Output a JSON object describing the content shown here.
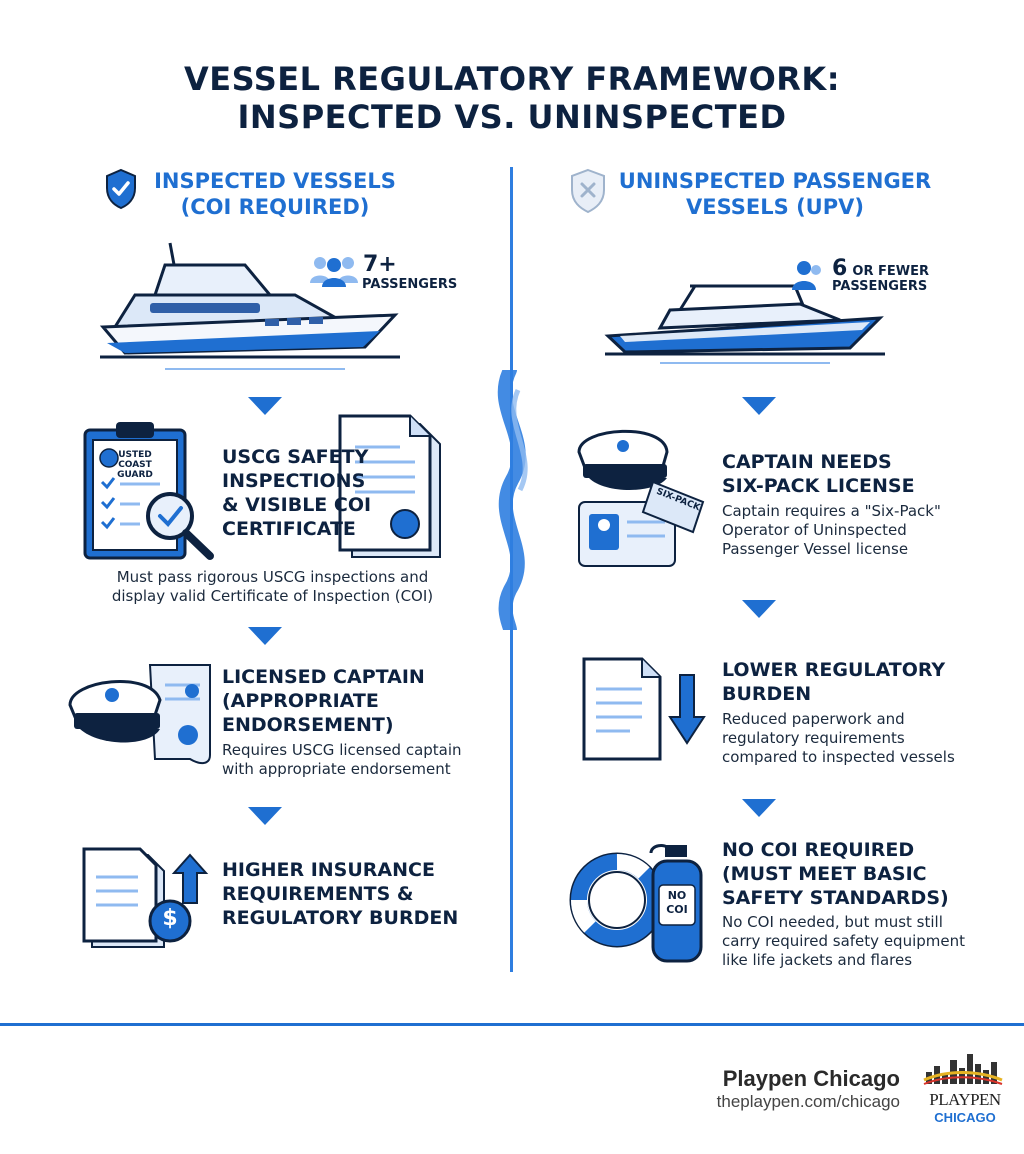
{
  "title": {
    "line1": "VESSEL REGULATORY FRAMEWORK:",
    "line2": "INSPECTED VS. UNINSPECTED"
  },
  "inspected": {
    "header_line1": "INSPECTED VESSELS",
    "header_line2": "(COI REQUIRED)",
    "passengers_count": "7+",
    "passengers_label": "PASSENGERS",
    "step1": {
      "heading_lines": [
        "USCG SAFETY",
        "INSPECTIONS",
        "& VISIBLE COI",
        "CERTIFICATE"
      ],
      "clipboard_text": [
        "USTED",
        "COAST",
        "GUARD"
      ],
      "body_lines": [
        "Must pass rigorous USCG inspections and",
        "display valid Certificate of Inspection (COI)"
      ]
    },
    "step2": {
      "heading_lines": [
        "LICENSED CAPTAIN",
        "(APPROPRIATE",
        "ENDORSEMENT)"
      ],
      "body_lines": [
        "Requires USCG licensed captain",
        "with appropriate endorsement"
      ]
    },
    "step3": {
      "heading_lines": [
        "HIGHER INSURANCE",
        "REQUIREMENTS &",
        "REGULATORY BURDEN"
      ],
      "dollar_symbol": "$"
    }
  },
  "uninspected": {
    "header_line1": "UNINSPECTED PASSENGER",
    "header_line2": "VESSELS (UPV)",
    "passengers_count": "6",
    "passengers_count_suffix": "OR FEWER",
    "passengers_label": "PASSENGERS",
    "step1": {
      "heading_lines": [
        "CAPTAIN NEEDS",
        "SIX-PACK LICENSE"
      ],
      "tag_text": "SIX-PACK",
      "body_lines": [
        "Captain requires a \"Six-Pack\"",
        "Operator of Uninspected",
        "Passenger Vessel license"
      ]
    },
    "step2": {
      "heading_lines": [
        "LOWER REGULATORY",
        "BURDEN"
      ],
      "body_lines": [
        "Reduced paperwork and",
        "regulatory requirements",
        "compared to inspected vessels"
      ]
    },
    "step3": {
      "heading_lines": [
        "NO COI REQUIRED",
        "(MUST MEET BASIC",
        "SAFETY STANDARDS)"
      ],
      "extinguisher_text": [
        "NO",
        "COI"
      ],
      "body_lines": [
        "No COI needed, but must still",
        "carry required safety equipment",
        "like life jackets and flares"
      ]
    }
  },
  "footer": {
    "brand": "Playpen Chicago",
    "url": "theplaypen.com/chicago",
    "logo_line1": "PLAYPEN",
    "logo_line2": "CHICAGO"
  },
  "colors": {
    "navy": "#0d2240",
    "accent_blue": "#1f6fd1",
    "light_blue": "#cfe0f7"
  }
}
